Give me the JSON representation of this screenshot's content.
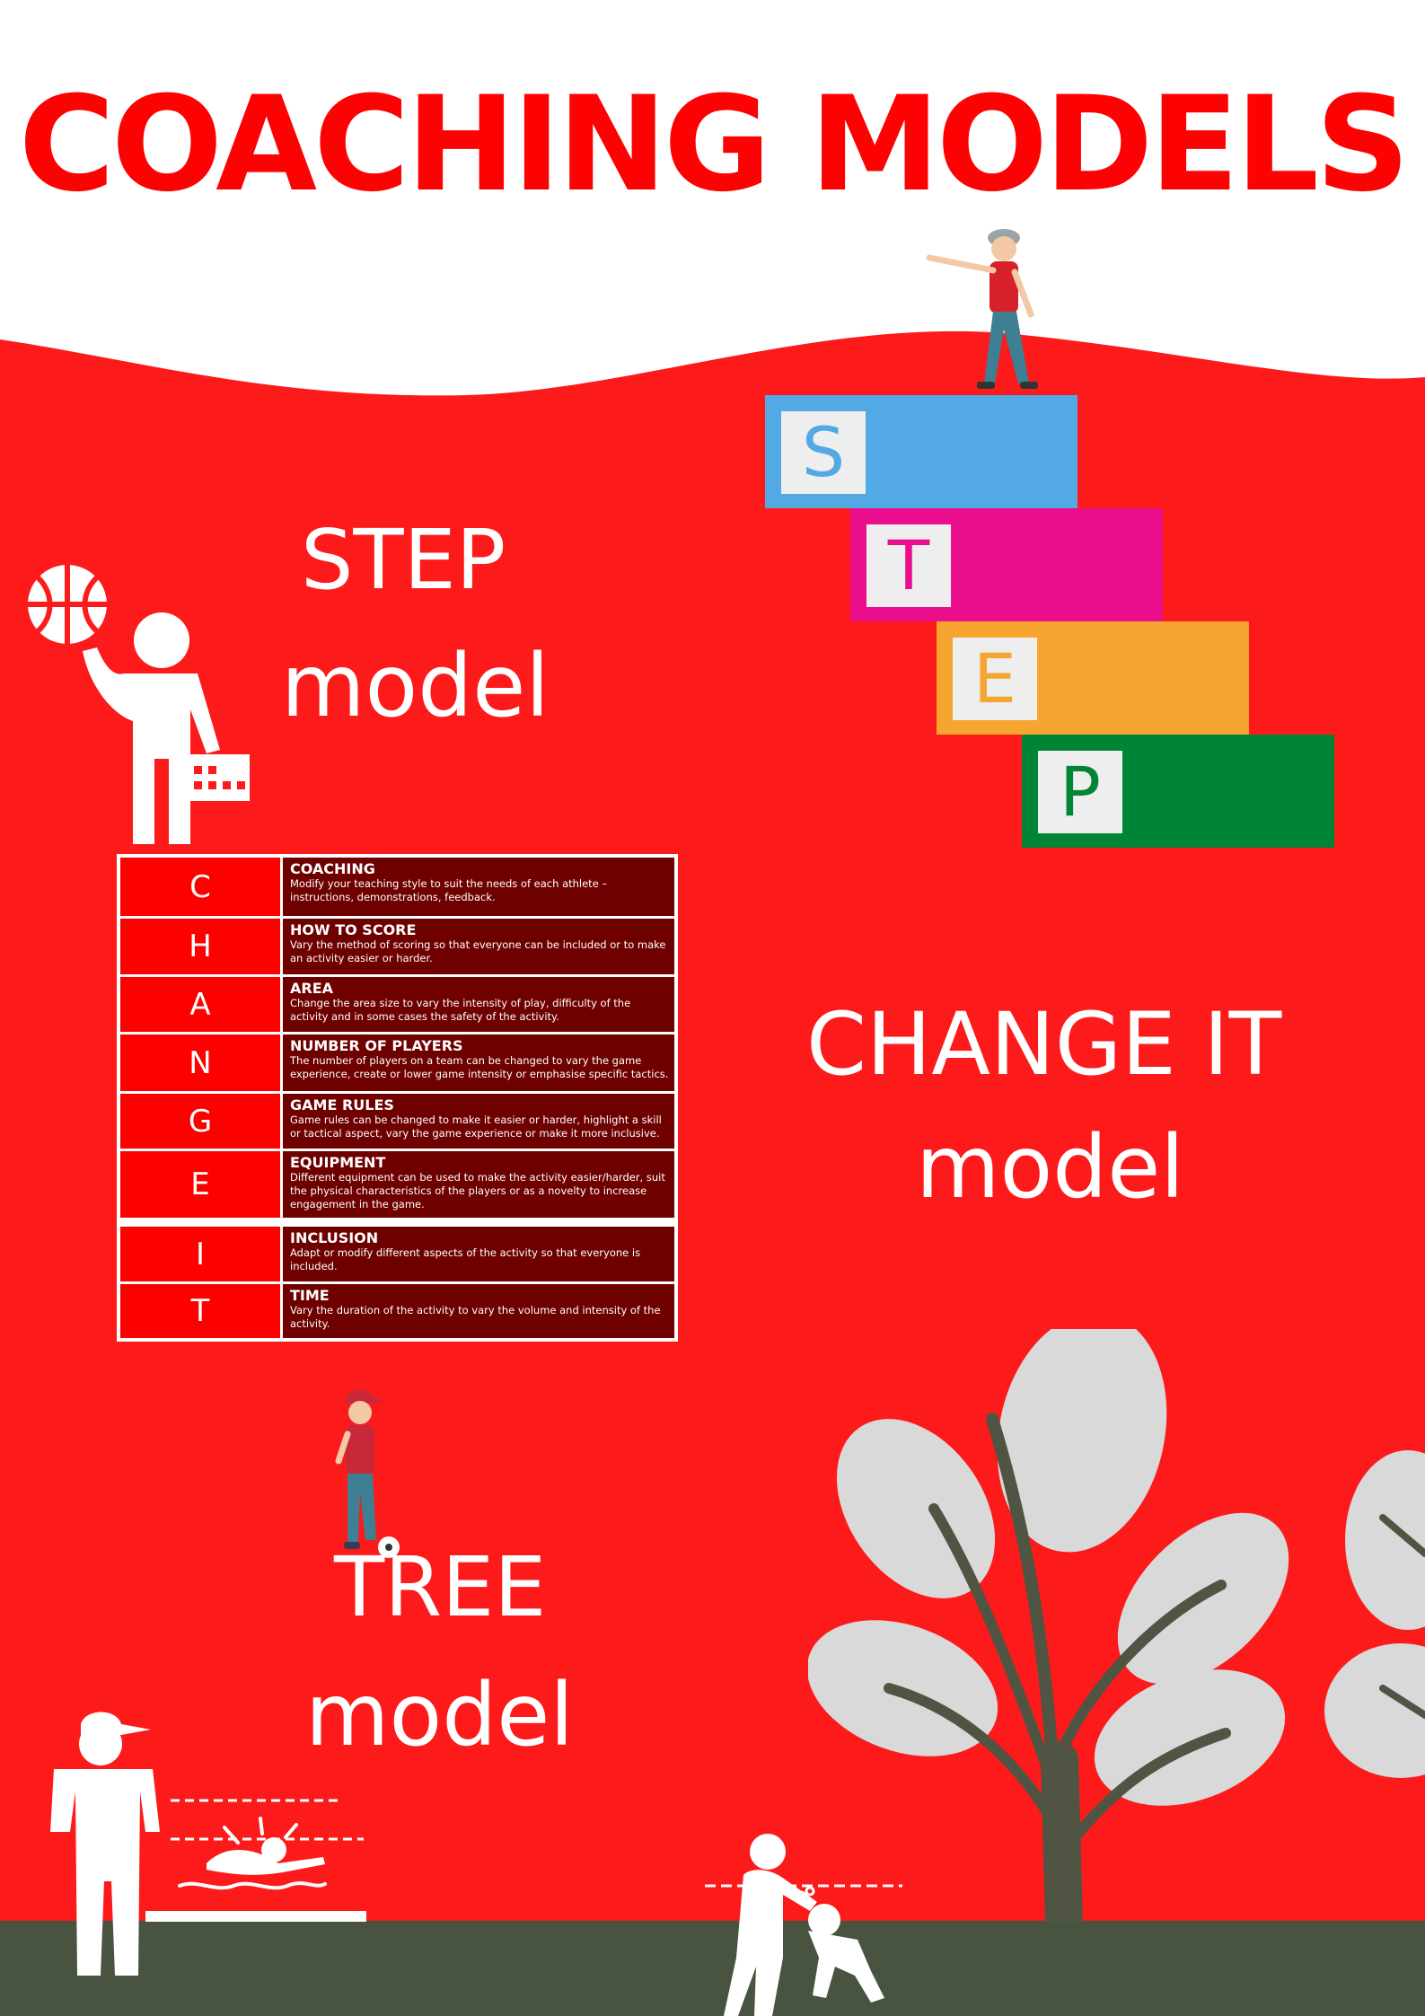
{
  "title": "COACHING MODELS",
  "colors": {
    "red": "#fd1a1a",
    "title_red": "#fd0202",
    "dark_red": "#6e0000",
    "ground": "#485440",
    "leaf": "#d9d9d9",
    "trunk": "#4f5542"
  },
  "models": {
    "step": {
      "line1": "STEP",
      "line2": "model"
    },
    "change_it": {
      "line1": "CHANGE IT",
      "line2": "model"
    },
    "tree": {
      "line1": "TREE",
      "line2": "model"
    }
  },
  "step_stairs": [
    {
      "letter": "S",
      "color": "#52a9e4"
    },
    {
      "letter": "T",
      "color": "#ea0d8c"
    },
    {
      "letter": "E",
      "color": "#f6a530"
    },
    {
      "letter": "P",
      "color": "#008536"
    }
  ],
  "change_it_table": [
    {
      "letter": "C",
      "title": "COACHING",
      "text": "Modify your teaching style to suit the needs of each athlete – instructions, demonstrations, feedback."
    },
    {
      "letter": "H",
      "title": "HOW TO SCORE",
      "text": "Vary the method of scoring so that everyone can be included or to make an activity easier or harder."
    },
    {
      "letter": "A",
      "title": "AREA",
      "text": "Change the area size to vary the intensity of play, difficulty of the activity and in some cases the safety of the activity."
    },
    {
      "letter": "N",
      "title": "NUMBER OF PLAYERS",
      "text": "The number of players on a team can be changed to vary the game experience, create or lower game intensity or emphasise specific tactics."
    },
    {
      "letter": "G",
      "title": "GAME RULES",
      "text": "Game rules can be changed to make it easier or harder, highlight a skill or tactical aspect, vary the game experience or make it more inclusive."
    },
    {
      "letter": "E",
      "title": "EQUIPMENT",
      "text": "Different equipment can be used to make the activity easier/harder, suit the physical characteristics of the players or as a novelty to increase engagement in the game."
    },
    {
      "letter": "I",
      "title": "INCLUSION",
      "text": "Adapt or modify different aspects of the activity so that everyone is included."
    },
    {
      "letter": "T",
      "title": "TIME",
      "text": "Vary the duration of the activity to vary the volume and intensity of the activity."
    }
  ],
  "icons": [
    "basketball-coach-icon",
    "pointing-coach-icon",
    "soccer-player-icon",
    "swim-coach-icon",
    "swimmer-icon",
    "lift-coach-icon",
    "tree-icon"
  ]
}
